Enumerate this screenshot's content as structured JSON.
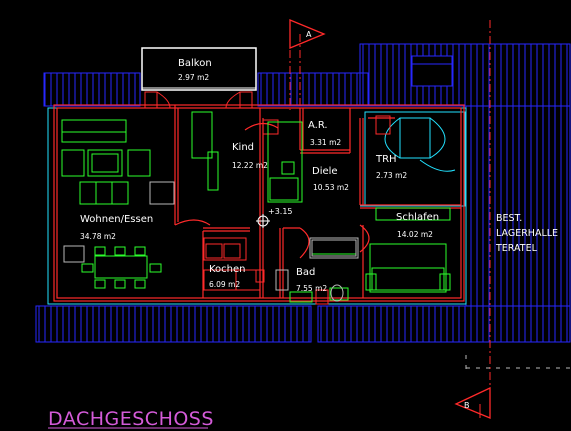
{
  "title": "DACHGESCHOSS",
  "section_markers": {
    "top": "A",
    "bottom": "B"
  },
  "level_mark": "+3.15",
  "rooms": [
    {
      "name": "Balkon",
      "area": "2.97 m2"
    },
    {
      "name": "Kind",
      "area": "12.22 m2"
    },
    {
      "name": "A.R.",
      "area": "3.31 m2"
    },
    {
      "name": "TRH",
      "area": "2.73 m2"
    },
    {
      "name": "Diele",
      "area": "10.53 m2"
    },
    {
      "name": "Wohnen/Essen",
      "area": "34.78 m2"
    },
    {
      "name": "Schlafen",
      "area": "14.02 m2"
    },
    {
      "name": "Kochen",
      "area": "6.09 m2"
    },
    {
      "name": "Bad",
      "area": "7.55 m2"
    }
  ],
  "neighbor_label": [
    "BEST.",
    "LAGERHALLE",
    "TERATEL"
  ],
  "colors": {
    "wall": "#ff2a2a",
    "furniture": "#2cff2c",
    "outline": "#22e2ff",
    "roof": "#2727ff",
    "title": "#d45bd9",
    "text": "#ffffff"
  }
}
